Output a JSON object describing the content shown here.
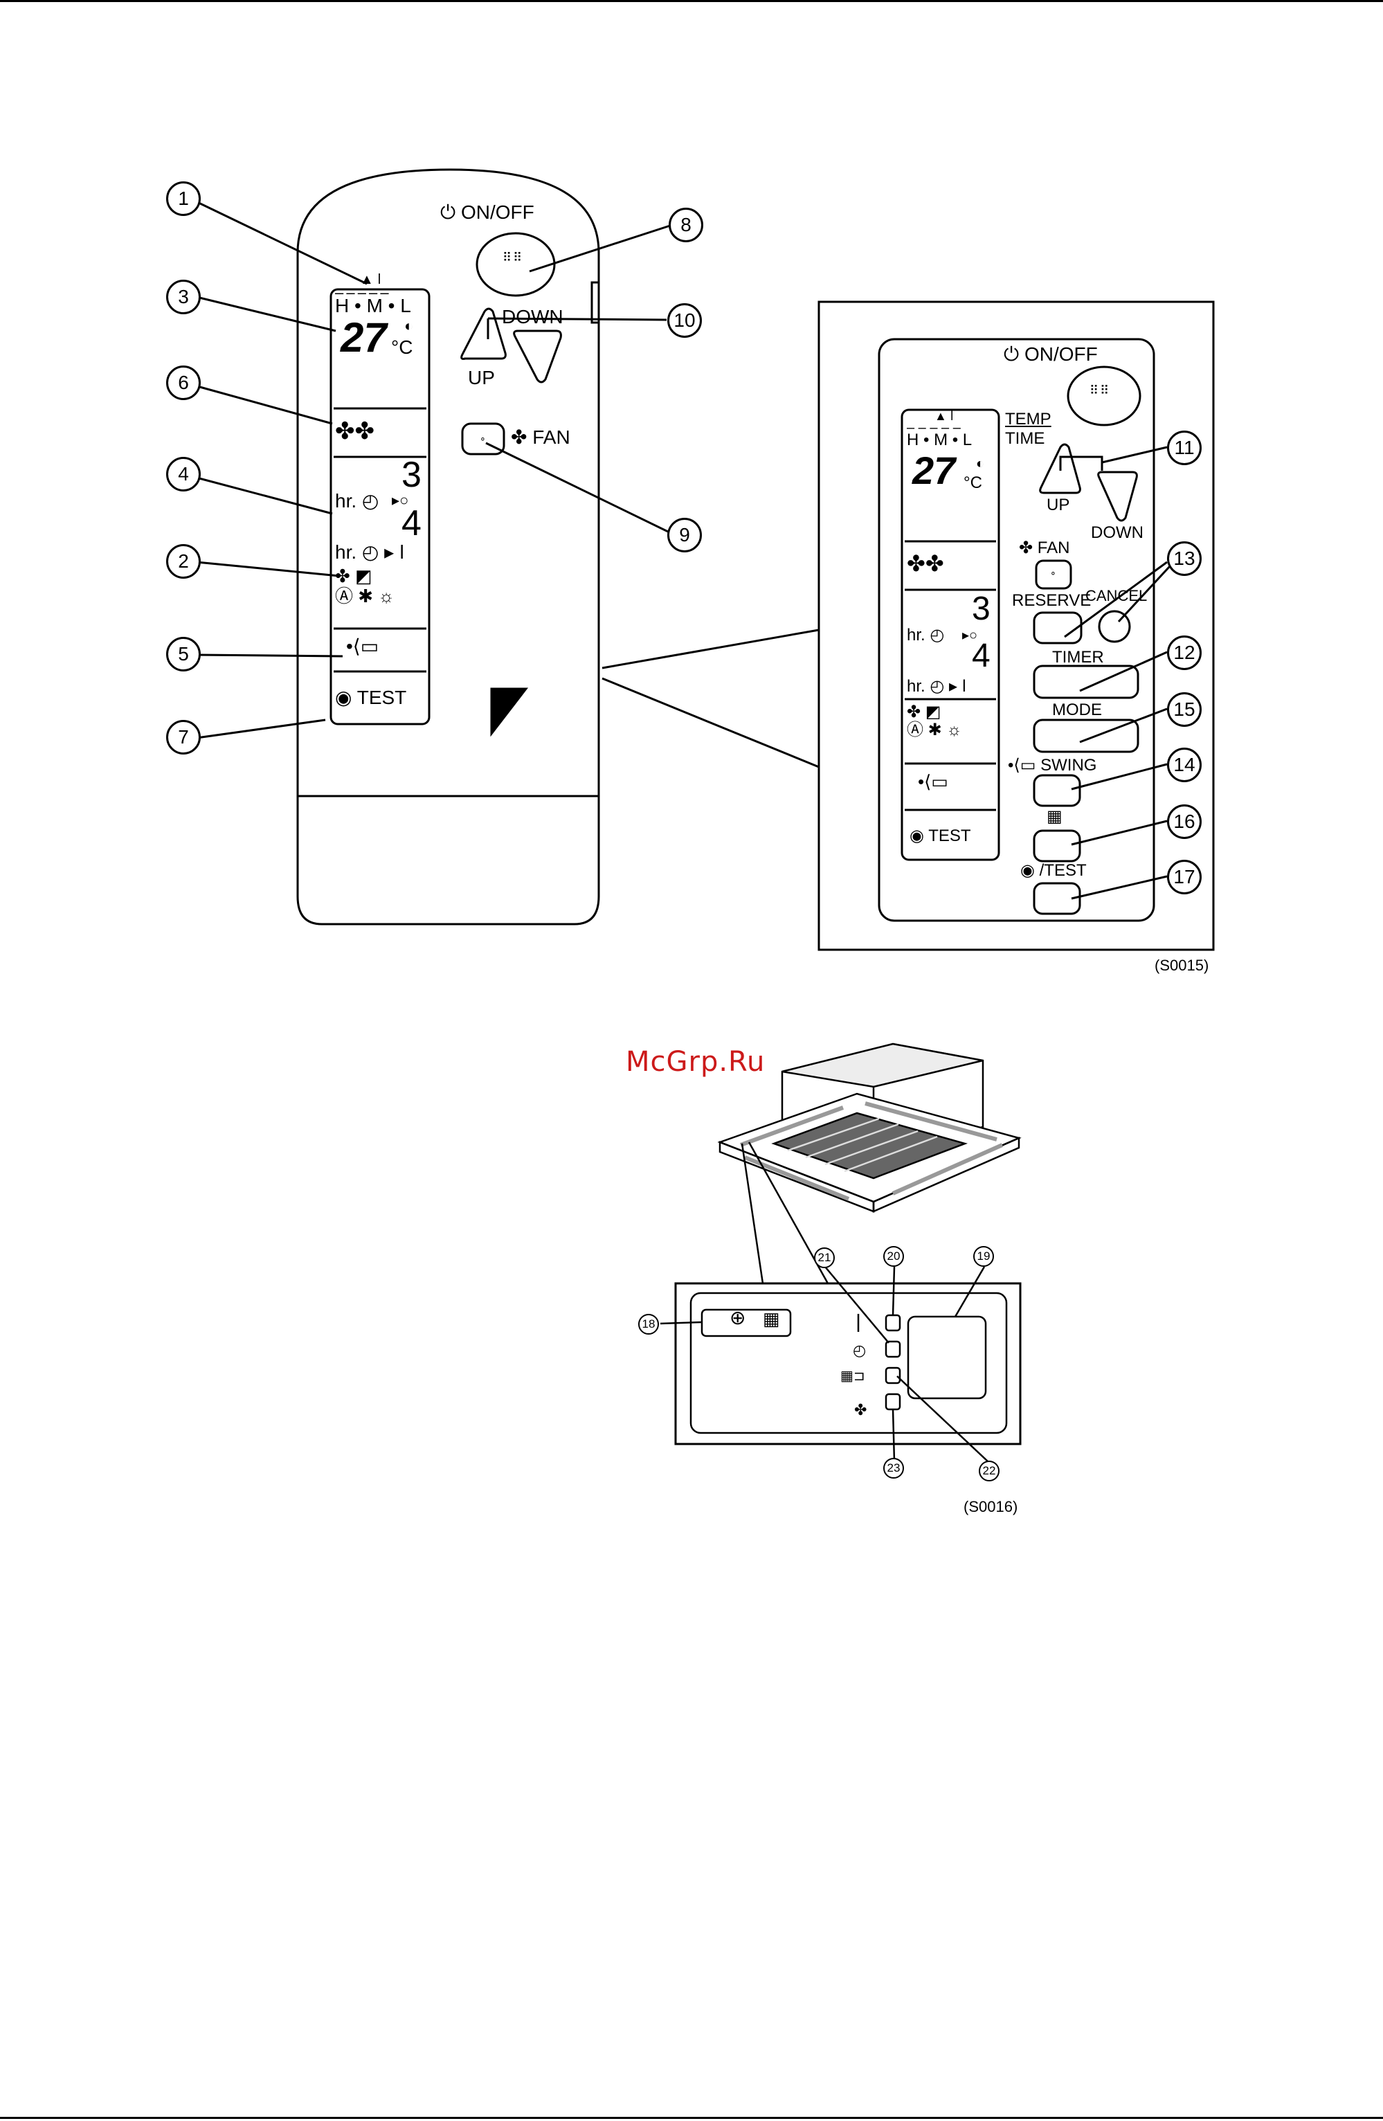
{
  "remote": {
    "on_off": "ON/OFF",
    "down": "DOWN",
    "up": "UP",
    "fan": "FAN",
    "hml": "H • M • L",
    "temp_digits": "27",
    "celsius": "°C",
    "hr": "hr.",
    "digit3": "3",
    "digit4": "4",
    "test": "TEST"
  },
  "detail": {
    "on_off": "ON/OFF",
    "temp": "TEMP",
    "time": "TIME",
    "up": "UP",
    "down": "DOWN",
    "fan": "FAN",
    "reserve": "RESERVE",
    "cancel": "CANCEL",
    "timer": "TIMER",
    "mode": "MODE",
    "swing": "SWING",
    "test": "/TEST",
    "hml": "H • M • L",
    "temp_digits": "27",
    "celsius": "°C",
    "hr": "hr.",
    "digit3": "3",
    "digit4": "4",
    "lcd_test": "TEST"
  },
  "callouts": [
    "1",
    "2",
    "3",
    "4",
    "5",
    "6",
    "7",
    "8",
    "9",
    "10",
    "11",
    "12",
    "13",
    "14",
    "15",
    "16",
    "17"
  ],
  "panel_callouts": [
    "18",
    "19",
    "20",
    "21",
    "22",
    "23"
  ],
  "figure_codes": {
    "fig1": "(S0015)",
    "fig2": "(S0016)"
  },
  "watermark": "McGrp.Ru"
}
